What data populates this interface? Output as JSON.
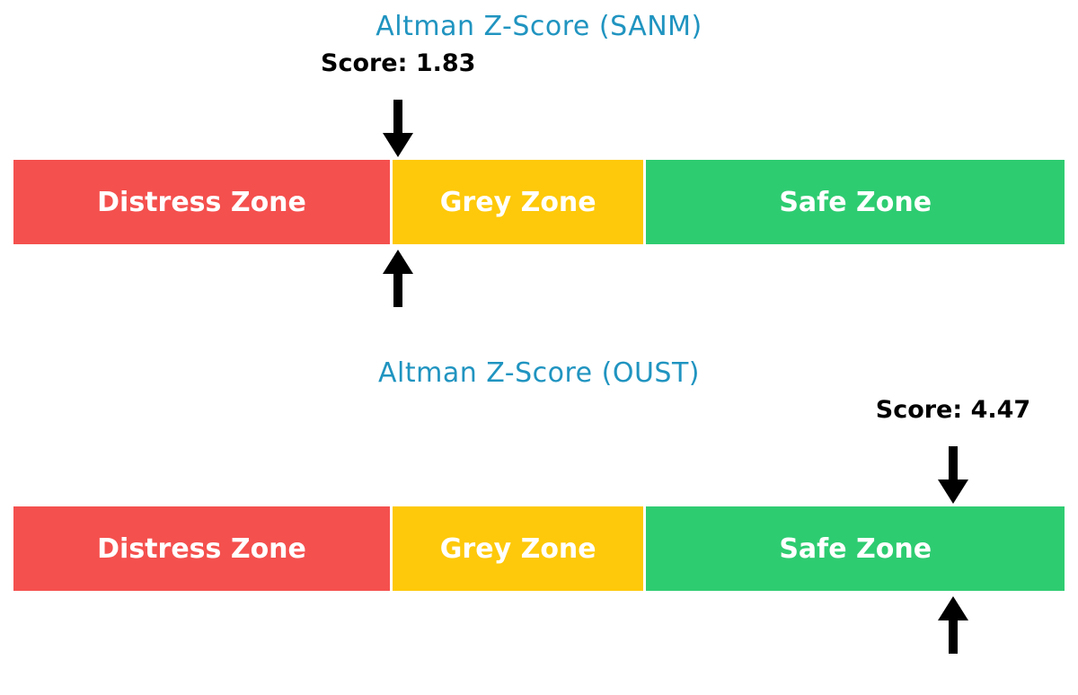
{
  "page": {
    "background": "#ffffff"
  },
  "colors": {
    "title_text": "#2094C0",
    "score_text": "#000000",
    "arrow": "#000000",
    "zone_label_text": "#ffffff",
    "distress_zone": "#F4504E",
    "grey_zone": "#FEC90A",
    "safe_zone": "#2ECC71"
  },
  "chart_data": [
    {
      "type": "bar",
      "title": "Altman Z-Score (SANM)",
      "score": 1.83,
      "score_label": "Score: 1.83",
      "axis_range": [
        0,
        5
      ],
      "grid": false,
      "legend": false,
      "marker": "black arrows above and below bar at score position",
      "segments": [
        {
          "label": "Distress Zone",
          "from": 0,
          "to": 1.8,
          "color": "#F4504E"
        },
        {
          "label": "Grey Zone",
          "from": 1.8,
          "to": 3.0,
          "color": "#FEC90A"
        },
        {
          "label": "Safe Zone",
          "from": 3.0,
          "to": 5.0,
          "color": "#2ECC71"
        }
      ]
    },
    {
      "type": "bar",
      "title": "Altman Z-Score (OUST)",
      "score": 4.47,
      "score_label": "Score: 4.47",
      "axis_range": [
        0,
        5
      ],
      "grid": false,
      "legend": false,
      "marker": "black arrows above and below bar at score position",
      "segments": [
        {
          "label": "Distress Zone",
          "from": 0,
          "to": 1.8,
          "color": "#F4504E"
        },
        {
          "label": "Grey Zone",
          "from": 1.8,
          "to": 3.0,
          "color": "#FEC90A"
        },
        {
          "label": "Safe Zone",
          "from": 3.0,
          "to": 5.0,
          "color": "#2ECC71"
        }
      ]
    }
  ]
}
